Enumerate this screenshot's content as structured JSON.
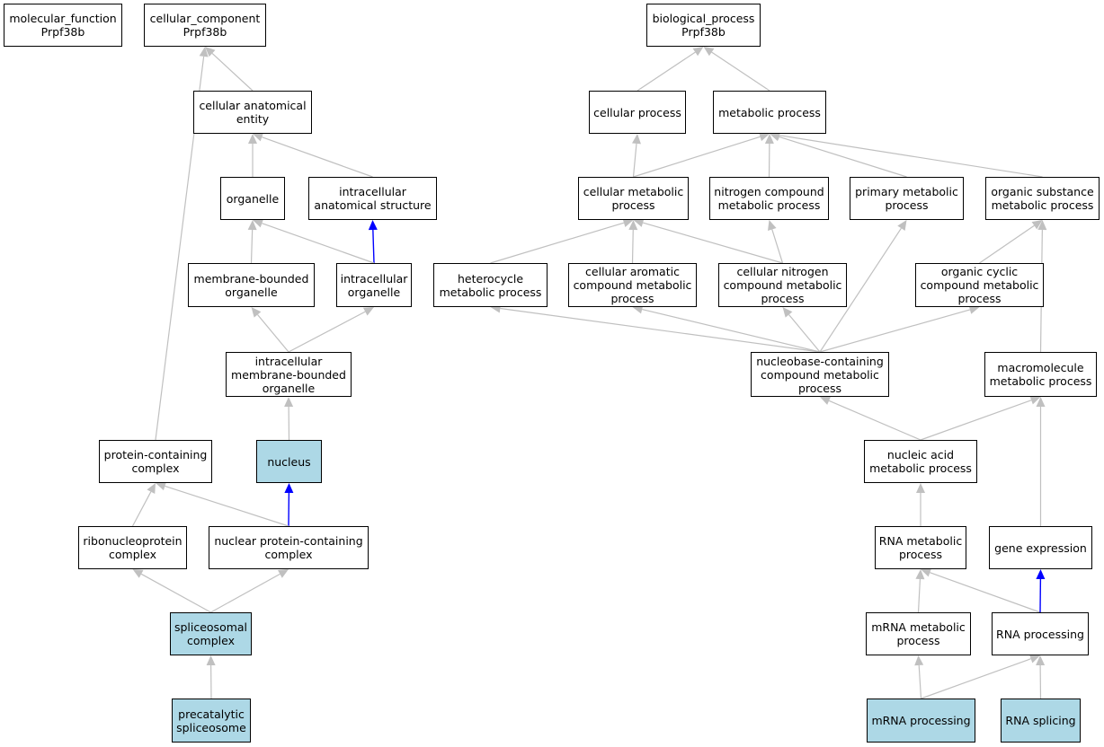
{
  "colors": {
    "edge": "#c0c0c0",
    "edge_highlight": "#0000ff",
    "node_highlight": "#add8e6"
  },
  "nodes": {
    "mf_root": {
      "label": "molecular_function\nPrpf38b",
      "highlight": false
    },
    "cc_root": {
      "label": "cellular_component\nPrpf38b",
      "highlight": false
    },
    "bp_root": {
      "label": "biological_process\nPrpf38b",
      "highlight": false
    },
    "cae": {
      "label": "cellular anatomical\nentity",
      "highlight": false
    },
    "organelle": {
      "label": "organelle",
      "highlight": false
    },
    "ias": {
      "label": "intracellular\nanatomical structure",
      "highlight": false
    },
    "mbo": {
      "label": "membrane-bounded\norganelle",
      "highlight": false
    },
    "io": {
      "label": "intracellular\norganelle",
      "highlight": false
    },
    "imbo": {
      "label": "intracellular\nmembrane-bounded\norganelle",
      "highlight": false
    },
    "pcc": {
      "label": "protein-containing\ncomplex",
      "highlight": false
    },
    "nucleus": {
      "label": "nucleus",
      "highlight": true
    },
    "rnp": {
      "label": "ribonucleoprotein\ncomplex",
      "highlight": false
    },
    "npcc": {
      "label": "nuclear protein-containing\ncomplex",
      "highlight": false
    },
    "spliceosomal": {
      "label": "spliceosomal\ncomplex",
      "highlight": true
    },
    "precat": {
      "label": "precatalytic\nspliceosome",
      "highlight": true
    },
    "cp": {
      "label": "cellular process",
      "highlight": false
    },
    "mp": {
      "label": "metabolic process",
      "highlight": false
    },
    "cmp": {
      "label": "cellular metabolic\nprocess",
      "highlight": false
    },
    "ncmp": {
      "label": "nitrogen compound\nmetabolic process",
      "highlight": false
    },
    "pmp": {
      "label": "primary metabolic\nprocess",
      "highlight": false
    },
    "osmp": {
      "label": "organic substance\nmetabolic process",
      "highlight": false
    },
    "hmp": {
      "label": "heterocycle\nmetabolic process",
      "highlight": false
    },
    "cacmp": {
      "label": "cellular aromatic\ncompound metabolic\nprocess",
      "highlight": false
    },
    "cncmp": {
      "label": "cellular nitrogen\ncompound metabolic\nprocess",
      "highlight": false
    },
    "occmp": {
      "label": "organic cyclic\ncompound metabolic\nprocess",
      "highlight": false
    },
    "nbccmp": {
      "label": "nucleobase-containing\ncompound metabolic\nprocess",
      "highlight": false
    },
    "mmp": {
      "label": "macromolecule\nmetabolic process",
      "highlight": false
    },
    "namp": {
      "label": "nucleic acid\nmetabolic process",
      "highlight": false
    },
    "rnamp": {
      "label": "RNA metabolic\nprocess",
      "highlight": false
    },
    "ge": {
      "label": "gene expression",
      "highlight": false
    },
    "mrnamp": {
      "label": "mRNA metabolic\nprocess",
      "highlight": false
    },
    "rnap": {
      "label": "RNA processing",
      "highlight": false
    },
    "mrnap": {
      "label": "mRNA processing",
      "highlight": true
    },
    "rnas": {
      "label": "RNA splicing",
      "highlight": true
    }
  },
  "edges": [
    {
      "from": "cae",
      "to": "cc_root",
      "highlight": false
    },
    {
      "from": "pcc",
      "to": "cc_root",
      "highlight": false
    },
    {
      "from": "organelle",
      "to": "cae",
      "highlight": false
    },
    {
      "from": "ias",
      "to": "cae",
      "highlight": false
    },
    {
      "from": "io",
      "to": "ias",
      "highlight": true
    },
    {
      "from": "mbo",
      "to": "organelle",
      "highlight": false
    },
    {
      "from": "io",
      "to": "organelle",
      "highlight": false
    },
    {
      "from": "imbo",
      "to": "mbo",
      "highlight": false
    },
    {
      "from": "imbo",
      "to": "io",
      "highlight": false
    },
    {
      "from": "nucleus",
      "to": "imbo",
      "highlight": false
    },
    {
      "from": "npcc",
      "to": "nucleus",
      "highlight": true
    },
    {
      "from": "rnp",
      "to": "pcc",
      "highlight": false
    },
    {
      "from": "npcc",
      "to": "pcc",
      "highlight": false
    },
    {
      "from": "spliceosomal",
      "to": "rnp",
      "highlight": false
    },
    {
      "from": "spliceosomal",
      "to": "npcc",
      "highlight": false
    },
    {
      "from": "precat",
      "to": "spliceosomal",
      "highlight": false
    },
    {
      "from": "cp",
      "to": "bp_root",
      "highlight": false
    },
    {
      "from": "mp",
      "to": "bp_root",
      "highlight": false
    },
    {
      "from": "cmp",
      "to": "cp",
      "highlight": false
    },
    {
      "from": "cmp",
      "to": "mp",
      "highlight": false
    },
    {
      "from": "ncmp",
      "to": "mp",
      "highlight": false
    },
    {
      "from": "pmp",
      "to": "mp",
      "highlight": false
    },
    {
      "from": "osmp",
      "to": "mp",
      "highlight": false
    },
    {
      "from": "hmp",
      "to": "cmp",
      "highlight": false
    },
    {
      "from": "cacmp",
      "to": "cmp",
      "highlight": false
    },
    {
      "from": "cncmp",
      "to": "cmp",
      "highlight": false
    },
    {
      "from": "cncmp",
      "to": "ncmp",
      "highlight": false
    },
    {
      "from": "occmp",
      "to": "osmp",
      "highlight": false
    },
    {
      "from": "mmp",
      "to": "osmp",
      "highlight": false
    },
    {
      "from": "nbccmp",
      "to": "hmp",
      "highlight": false
    },
    {
      "from": "nbccmp",
      "to": "cacmp",
      "highlight": false
    },
    {
      "from": "nbccmp",
      "to": "cncmp",
      "highlight": false
    },
    {
      "from": "nbccmp",
      "to": "occmp",
      "highlight": false
    },
    {
      "from": "nbccmp",
      "to": "pmp",
      "highlight": false
    },
    {
      "from": "namp",
      "to": "nbccmp",
      "highlight": false
    },
    {
      "from": "namp",
      "to": "mmp",
      "highlight": false
    },
    {
      "from": "rnamp",
      "to": "namp",
      "highlight": false
    },
    {
      "from": "ge",
      "to": "mmp",
      "highlight": false
    },
    {
      "from": "mrnamp",
      "to": "rnamp",
      "highlight": false
    },
    {
      "from": "rnap",
      "to": "rnamp",
      "highlight": false
    },
    {
      "from": "rnap",
      "to": "ge",
      "highlight": true
    },
    {
      "from": "mrnap",
      "to": "mrnamp",
      "highlight": false
    },
    {
      "from": "mrnap",
      "to": "rnap",
      "highlight": false
    },
    {
      "from": "rnas",
      "to": "rnap",
      "highlight": false
    }
  ]
}
